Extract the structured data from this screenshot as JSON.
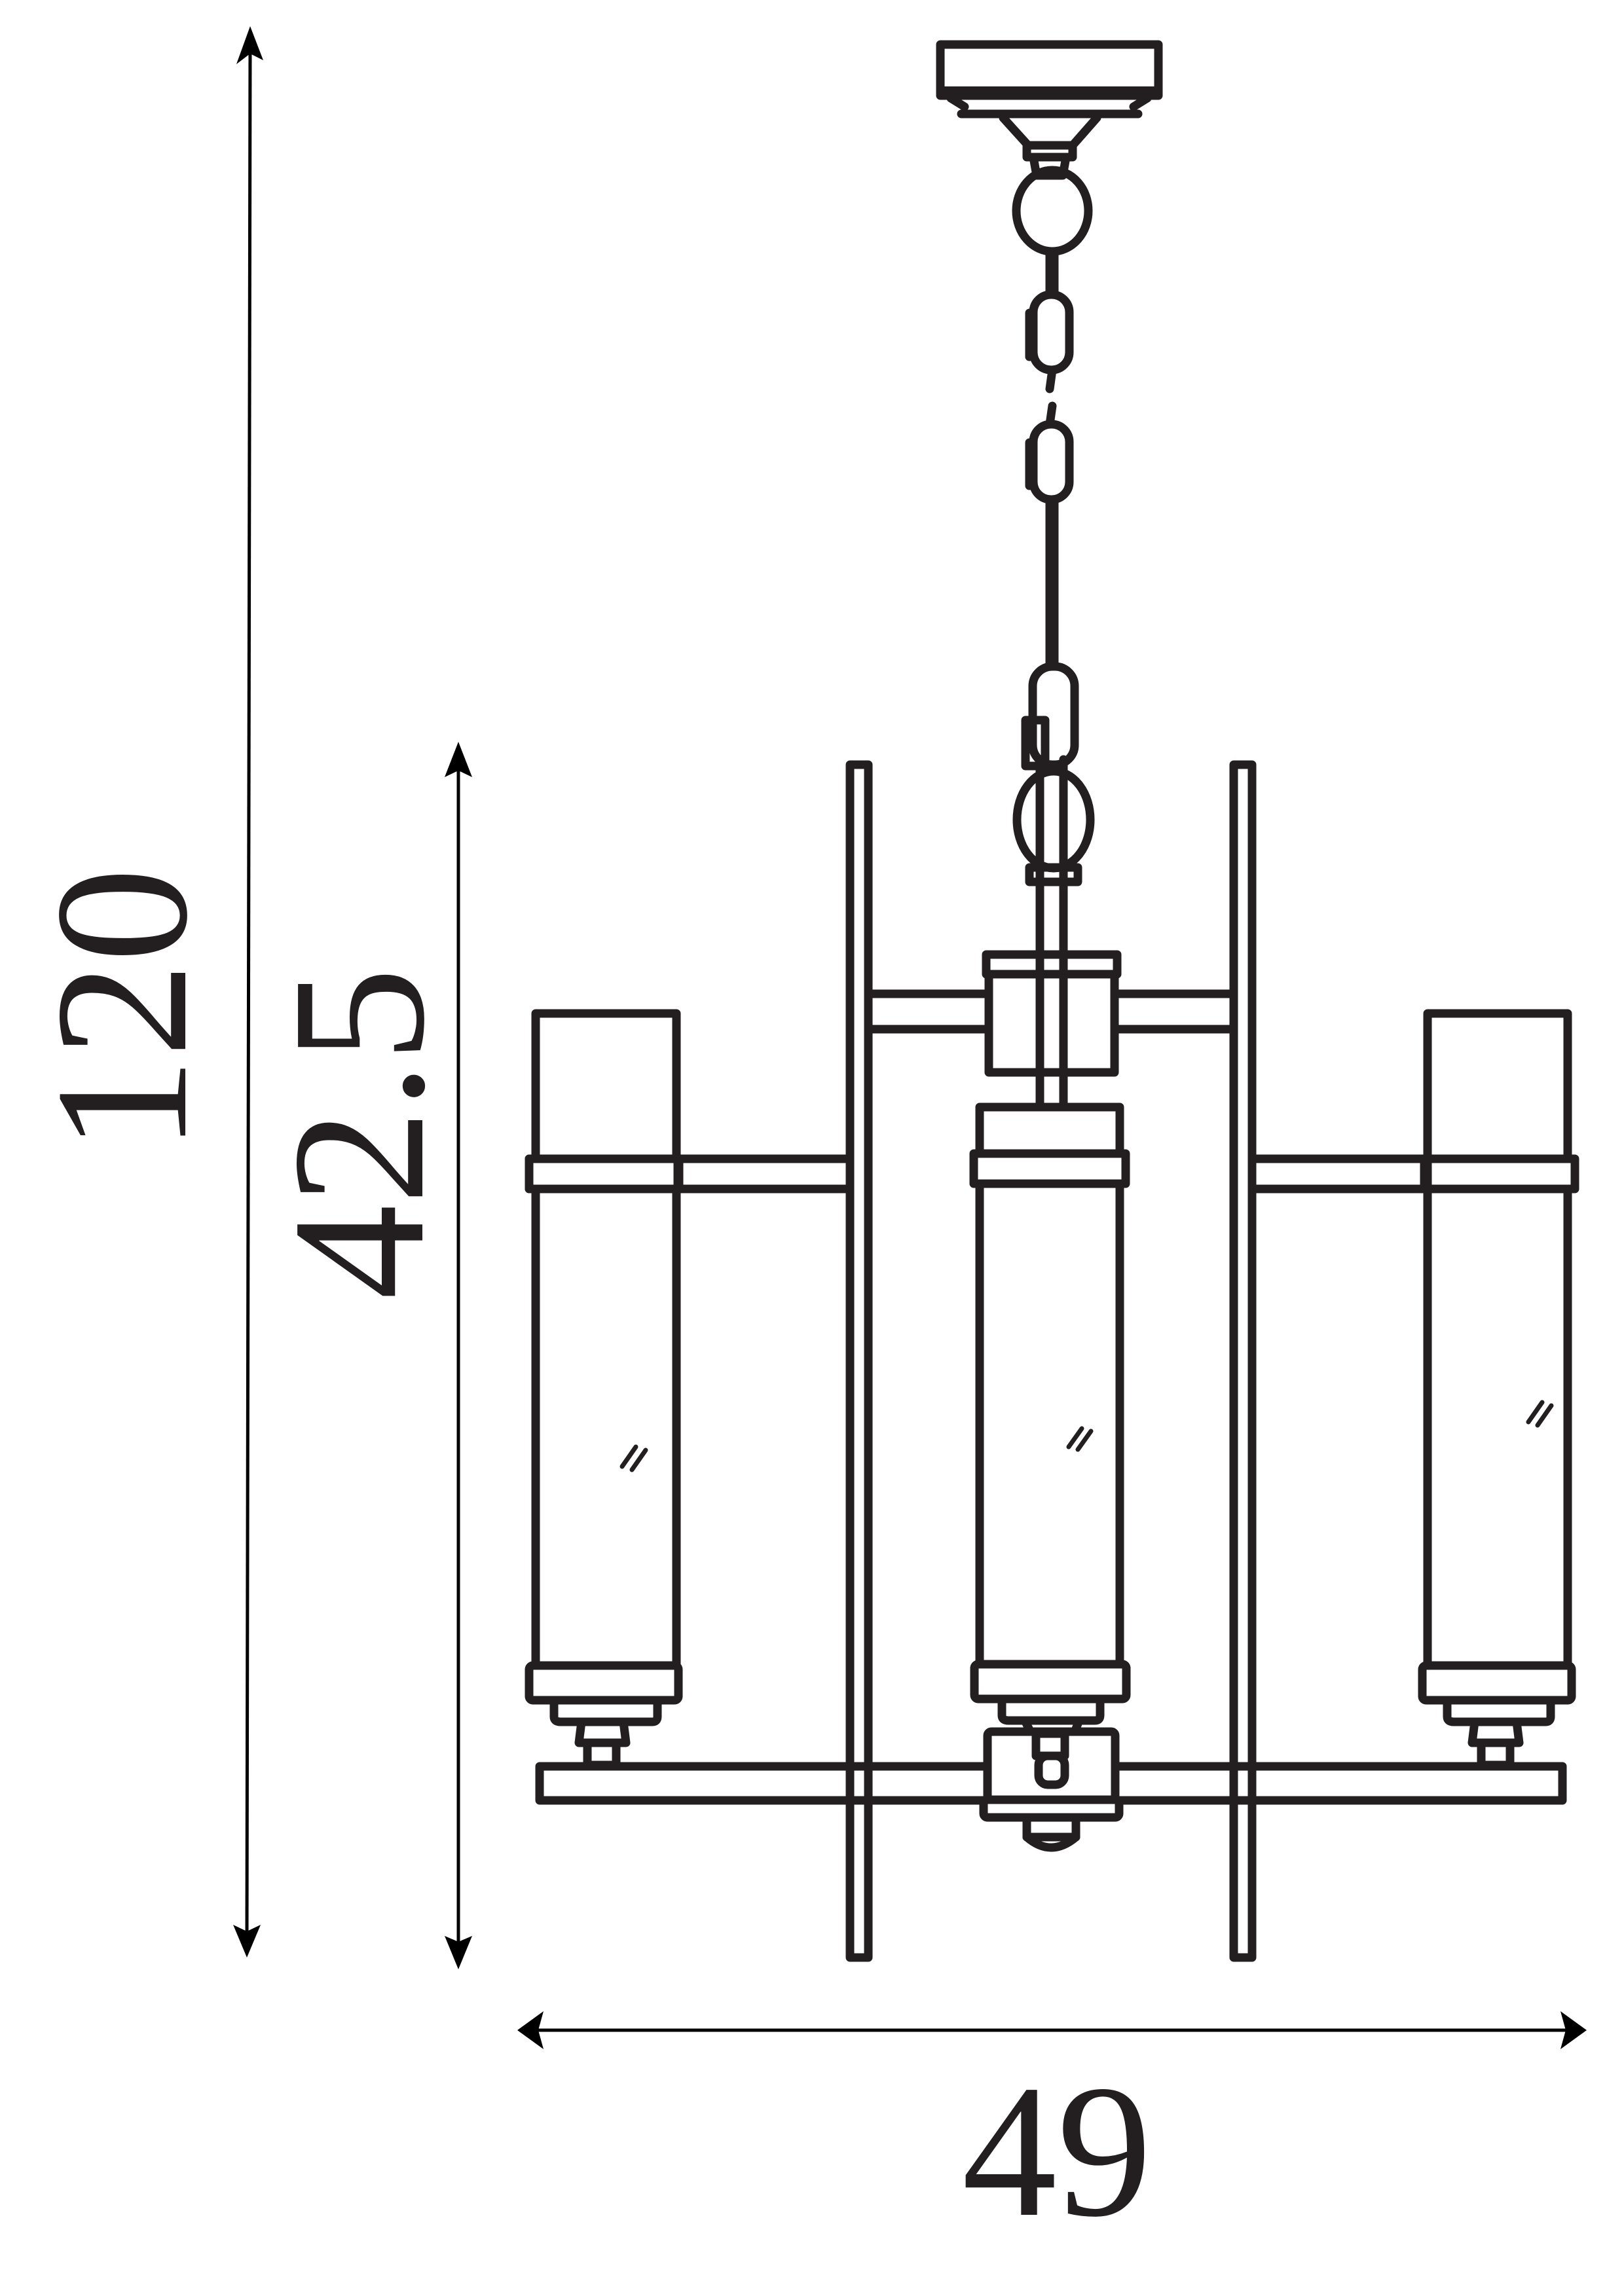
{
  "drawing": {
    "type": "technical dimension drawing",
    "subject": "pendant chandelier with three cylindrical candle shades",
    "line_color": "#231f20",
    "background": "#ffffff"
  },
  "dimensions": {
    "total_height": {
      "value": "120",
      "orientation": "vertical"
    },
    "body_height": {
      "value": "42.5",
      "orientation": "vertical"
    },
    "width": {
      "value": "49",
      "orientation": "horizontal"
    }
  },
  "components": [
    {
      "name": "ceiling-canopy"
    },
    {
      "name": "suspension-chain"
    },
    {
      "name": "top-hub"
    },
    {
      "name": "vertical-frame-post",
      "count": 2
    },
    {
      "name": "candle-shade",
      "count": 3
    },
    {
      "name": "bottom-crossbar"
    },
    {
      "name": "bottom-finial"
    }
  ]
}
